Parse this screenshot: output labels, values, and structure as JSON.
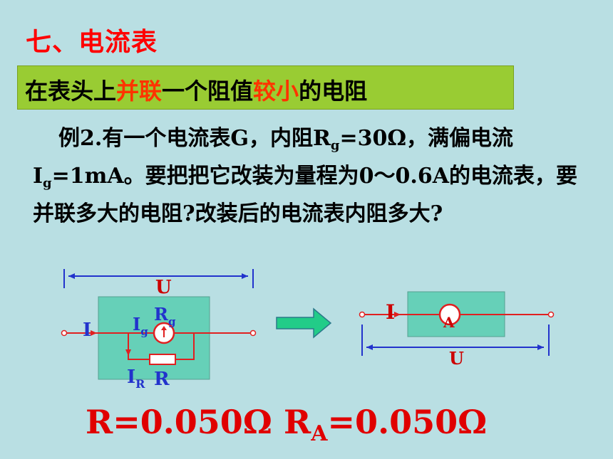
{
  "title": "七、电流表",
  "subtitle": {
    "part1": "在表头上",
    "part2": "并联",
    "part3": "一个阻值",
    "part4": "较小",
    "part5": "的电阻"
  },
  "problem": {
    "p1": "例2.有一个电流表G，内阻R",
    "p1_sub": "g",
    "p2": "=30Ω，满偏电流I",
    "p2_sub": "g",
    "p3": "=1mA。要把把它改装为量程为0～0.6A的电流表，要并联多大的电阻?改装后的电流表内阻多大?"
  },
  "circuit_left": {
    "voltage": "U",
    "current": "I",
    "ig_main": "I",
    "ig_sub": "g",
    "rg_main": "R",
    "rg_sub": "g",
    "ir_main": "I",
    "ir_sub": "R",
    "r_label": "R"
  },
  "circuit_right": {
    "current": "I",
    "meter": "A",
    "voltage": "U"
  },
  "results": {
    "r": "R=0.050Ω",
    "ra_main": "R",
    "ra_sub": "A",
    "ra_value": "=0.050Ω"
  },
  "colors": {
    "background": "#b9dfe3",
    "title": "#ff0000",
    "subtitle_box": "#99cc33",
    "highlight": "#ff3300",
    "wire": "#e02020",
    "arrow_blue": "#2233cc",
    "box": "#66d0b8",
    "arrow_fill": "#22cc88"
  }
}
